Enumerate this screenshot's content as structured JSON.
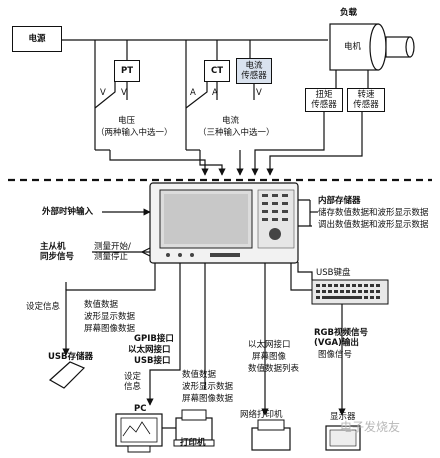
{
  "top": {
    "power_source": "电源",
    "load": "负载",
    "motor": "电机",
    "pt": "PT",
    "ct": "CT",
    "current_sensor": "电流\n传感器",
    "torque_sensor": "扭矩\n传感器",
    "speed_sensor": "转速\n传感器",
    "v_label": "V",
    "a_label": "A",
    "voltage_label": "电压",
    "voltage_note": "（两种输入中选一）",
    "current_label": "电流",
    "current_note": "（三种输入中选一）"
  },
  "instrument": {
    "ext_clock": "外部时钟输入",
    "internal_storage": "内部存储器",
    "internal_storage_desc1": "储存数值数据和波形显示数据",
    "internal_storage_desc2": "调出数值数据和波形显示数据",
    "master_slave": "主从机\n同步信号",
    "measure_start_stop": "测量开始/\n测量停止",
    "usb_keyboard": "USB键盘"
  },
  "outputs": {
    "setting_info_1": "设定信息",
    "usb_data_1": "数值数据",
    "usb_data_2": "波形显示数据",
    "usb_data_3": "屏幕图像数据",
    "usb_storage": "USB存储器",
    "gpib": "GPIB接口",
    "ethernet": "以太网接口",
    "usb_port": "USB接口",
    "setting_info_2": "设定\n信息",
    "pc_data_1": "数值数据",
    "pc_data_2": "波形显示数据",
    "pc_data_3": "屏幕图像数据",
    "pc": "PC",
    "printer": "打印机",
    "eth_port": "以太网接口",
    "screen_image": "屏幕图像",
    "numeric_list": "数值数据列表",
    "network_printer": "网络打印机",
    "rgb_out": "RGB视频信号\n(VGA)输出",
    "image_signal": "图像信号",
    "display": "显示器"
  },
  "watermark": "电子发烧友"
}
